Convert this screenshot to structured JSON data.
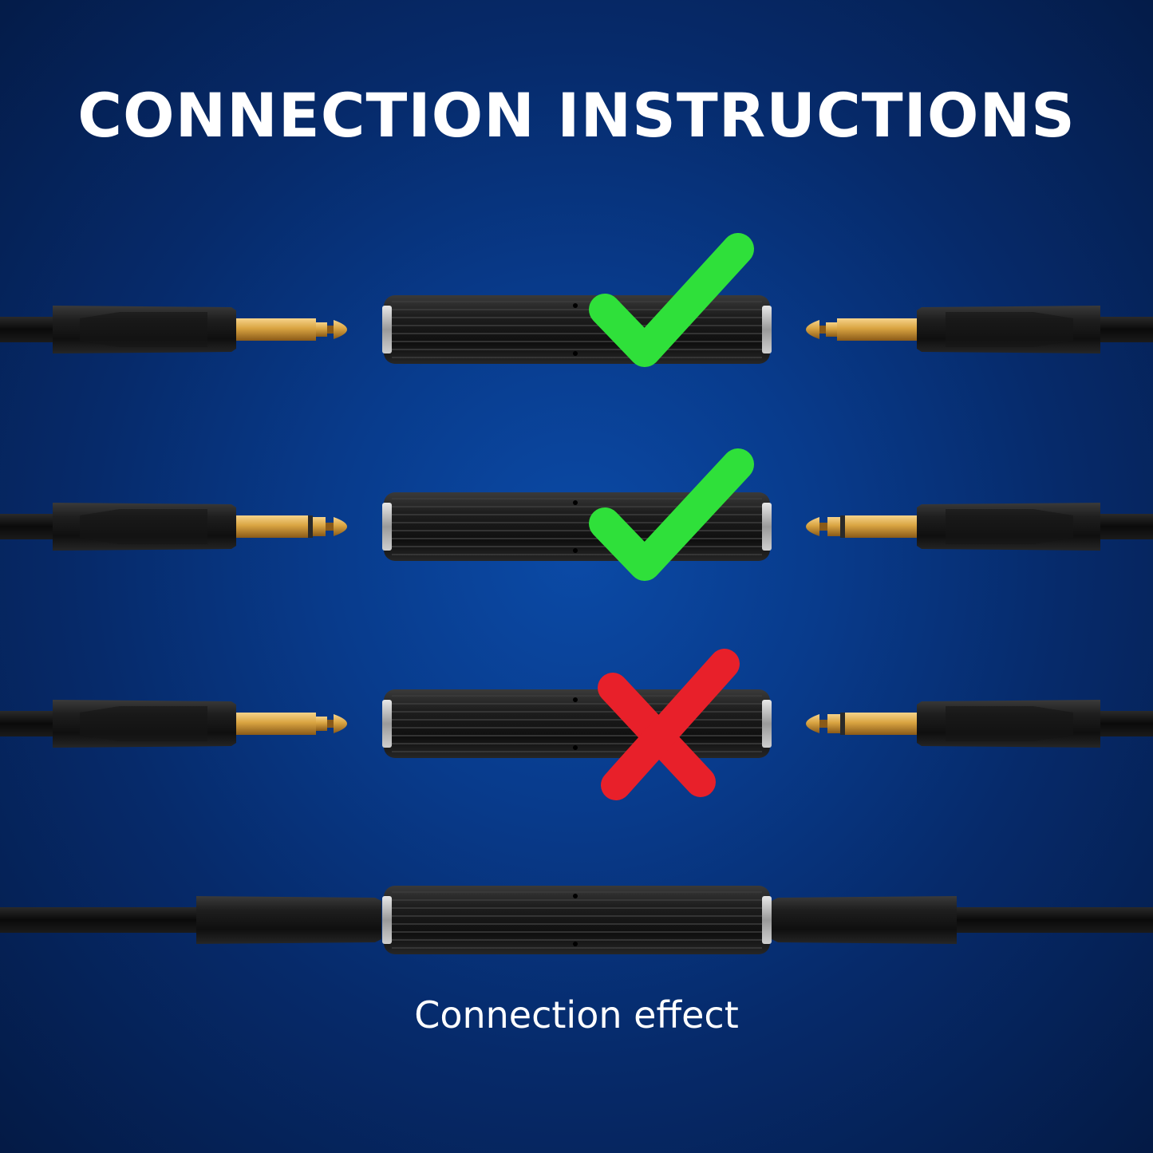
{
  "title": "CONNECTION INSTRUCTIONS",
  "caption": "Connection effect",
  "rows": [
    {
      "left_plug": "mono",
      "right_plug": "mono",
      "status": "correct"
    },
    {
      "left_plug": "stereo",
      "right_plug": "stereo",
      "status": "correct"
    },
    {
      "left_plug": "mono",
      "right_plug": "stereo",
      "status": "incorrect"
    },
    {
      "left_plug": "connected",
      "right_plug": "connected",
      "status": "result"
    }
  ],
  "colors": {
    "background": "#083b8c",
    "check": "#2fe03a",
    "cross": "#e8202a",
    "gold": "#d9a441",
    "text": "#ffffff"
  },
  "icons": [
    "checkmark-icon",
    "cross-icon",
    "quarter-inch-plug-icon",
    "female-coupler-icon"
  ]
}
